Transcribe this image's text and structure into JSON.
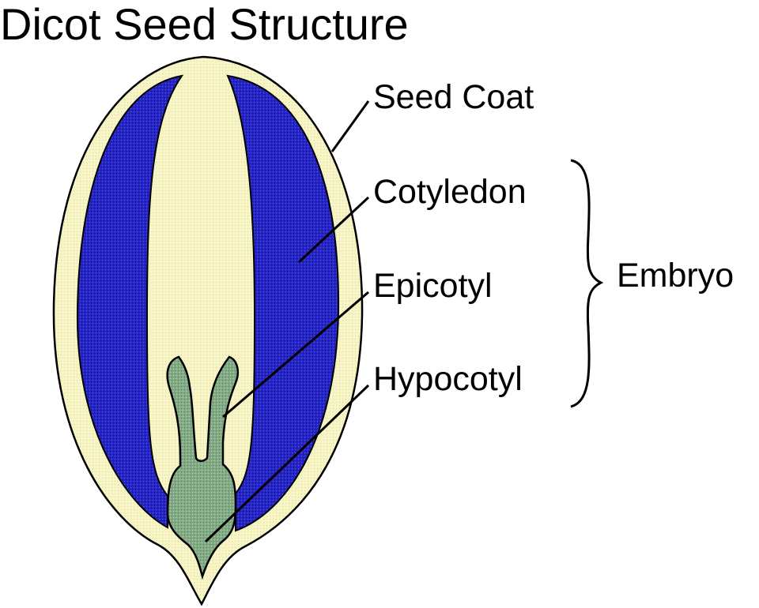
{
  "title": "Dicot Seed Structure",
  "labels": {
    "seed_coat": "Seed Coat",
    "cotyledon": "Cotyledon",
    "epicotyl": "Epicotyl",
    "hypocotyl": "Hypocotyl",
    "embryo": "Embryo"
  },
  "colors": {
    "seed_coat": "#f6f3c2",
    "cotyledon": "#2525c8",
    "embryo_axis": "#7fa882",
    "outline": "#000000"
  }
}
